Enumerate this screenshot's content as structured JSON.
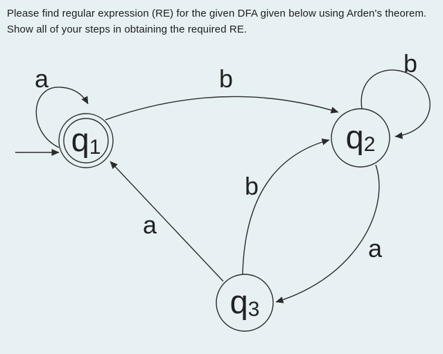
{
  "app": {
    "background_color": "#e7f1f3",
    "stroke_color": "#2b2b2b",
    "text_color": "#1c1c1c"
  },
  "prompt": {
    "line1": "Please find regular expression (RE) for the given DFA given below using Arden's theorem.",
    "line2": "Show all of your steps in obtaining the required RE."
  },
  "dfa": {
    "type": "state-diagram",
    "alphabet": [
      "a",
      "b"
    ],
    "initial_state": "q1",
    "accepting_states": [
      "q1"
    ],
    "states": [
      {
        "id": "q1",
        "base": "q",
        "sub": "1",
        "accepting": true,
        "initial": true
      },
      {
        "id": "q2",
        "base": "q",
        "sub": "2",
        "accepting": false,
        "initial": false
      },
      {
        "id": "q3",
        "base": "q",
        "sub": "3",
        "accepting": false,
        "initial": false
      }
    ],
    "transitions": [
      {
        "from": "q1",
        "to": "q1",
        "symbol": "a"
      },
      {
        "from": "q1",
        "to": "q2",
        "symbol": "b"
      },
      {
        "from": "q2",
        "to": "q2",
        "symbol": "b"
      },
      {
        "from": "q3",
        "to": "q2",
        "symbol": "b"
      },
      {
        "from": "q3",
        "to": "q1",
        "symbol": "a"
      },
      {
        "from": "q2",
        "to": "q3",
        "symbol": "a"
      }
    ]
  }
}
